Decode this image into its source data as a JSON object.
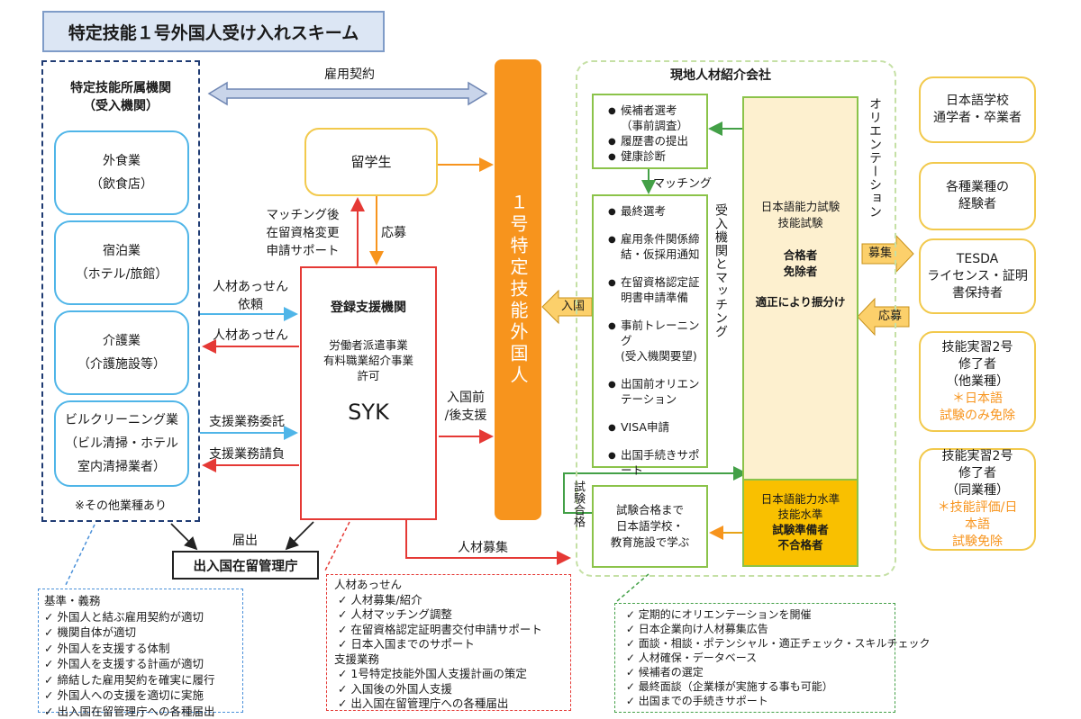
{
  "title": "特定技能１号外国人受け入れスキーム",
  "employer": {
    "heading": [
      "特定技能所属機関",
      "（受入機関）"
    ],
    "industries": [
      [
        "外食業",
        "（飲食店）"
      ],
      [
        "宿泊業",
        "（ホテル/旅館）"
      ],
      [
        "介護業",
        "（介護施設等）"
      ],
      [
        "ビルクリーニング業",
        "（ビル清掃・ホテル",
        "室内清掃業者）"
      ]
    ],
    "other_note": "※その他業種あり"
  },
  "employment_contract": "雇用契約",
  "student": "留学生",
  "labels": {
    "matching_after": [
      "マッチング後",
      "在留資格変更",
      "申請サポート"
    ],
    "apply": "応募",
    "referral_request": [
      "人材あっせん",
      "依頼"
    ],
    "referral": "人材あっせん",
    "support_outsourcing": "支援業務委託",
    "support_billing": "支援業務請負",
    "pre_post_entry": [
      "入国前",
      "/後支援"
    ],
    "notification": "届出",
    "recruitment": "人材募集",
    "matching": "マッチング",
    "entry": "入国",
    "exam_pass": "試験合格",
    "recruit_tag": "募集",
    "apply_tag": "応募",
    "employer_matching": "受入機関とマッチング",
    "orientation": "オリエンテーション"
  },
  "syk": {
    "heading": "登録支援機関",
    "license": [
      "労働者派遣事業",
      "有料職業紹介事業",
      "許可"
    ],
    "name": "SYK"
  },
  "immigration_agency": "出入国在留管理庁",
  "worker": "１号特定技能外国人",
  "local_agency": {
    "heading": "現地人材紹介会社",
    "screening": [
      "候補者選考",
      "（事前調査）",
      "履歴書の提出",
      "健康診断"
    ],
    "steps": [
      "最終選考",
      "雇用条件関係締結・仮採用通知",
      "在留資格認定証明書申請準備",
      "事前トレーニング（受入機関要望）",
      "出国前オリエンテーション",
      "VISA申請",
      "出国手続きサポート"
    ],
    "steps_display": [
      [
        "最終選考"
      ],
      [
        "雇用条件関係締",
        "結・仮採用通知"
      ],
      [
        "在留資格認定証",
        "明書申請準備"
      ],
      [
        "事前トレーニング",
        "(受入機関要望)"
      ],
      [
        "出国前オリエン",
        "テーション"
      ],
      [
        "VISA申請"
      ],
      [
        "出国手続きサポ",
        "ート"
      ]
    ],
    "exam_top": [
      "日本語能力試験",
      "技能試験"
    ],
    "passed": [
      "合格者",
      "免除者"
    ],
    "sorting": "適正により振分け",
    "exam_bottom": [
      "日本語能力水準",
      "技能水準"
    ],
    "failed": [
      "試験準備者",
      "不合格者"
    ],
    "study": [
      "試験合格まで",
      "日本語学校・",
      "教育施設で学ぶ"
    ]
  },
  "sources": [
    [
      "日本語学校",
      "通学者・卒業者"
    ],
    [
      "各種業種の",
      "経験者"
    ],
    [
      "TESDA",
      "ライセンス・証明",
      "書保持者"
    ]
  ],
  "tech_intern_1": {
    "lines": [
      "技能実習2号",
      "修了者",
      "（他業種）"
    ],
    "note": [
      "＊日本語",
      "試験のみ免除"
    ]
  },
  "tech_intern_2": {
    "lines": [
      "技能実習2号",
      "修了者",
      "（同業種）"
    ],
    "note": [
      "＊技能評価/日",
      "本語",
      "試験免除"
    ]
  },
  "notes": {
    "standards": {
      "heading": "基準・義務",
      "items": [
        "外国人と結ぶ雇用契約が適切",
        "機関自体が適切",
        "外国人を支援する体制",
        "外国人を支援する計画が適切",
        "締結した雇用契約を確実に履行",
        "外国人への支援を適切に実施",
        "出入国在留管理庁への各種届出"
      ]
    },
    "syk_services": {
      "heading1": "人材あっせん",
      "items1": [
        "人材募集/紹介",
        "人材マッチング調整",
        "在留資格認定証明書交付申請サポート",
        "日本入国までのサポート"
      ],
      "heading2": "支援業務",
      "items2": [
        "1号特定技能外国人支援計画の策定",
        "入国後の外国人支援",
        "出入国在留管理庁への各種届出"
      ]
    },
    "local_services": {
      "items": [
        "定期的にオリエンテーションを開催",
        "日本企業向け人材募集広告",
        "面談・相談・ポテンシャル・適正チェック・スキルチェック",
        "人材確保・データベース",
        "候補者の選定",
        "最終面談（企業様が実施する事も可能）",
        "出国までの手続きサポート"
      ]
    }
  },
  "colors": {
    "navy": "#1f3b73",
    "blue": "#4fb5e8",
    "red": "#e53935",
    "orange": "#f7941d",
    "green": "#8bc34a",
    "yellow": "#f2c94c"
  }
}
